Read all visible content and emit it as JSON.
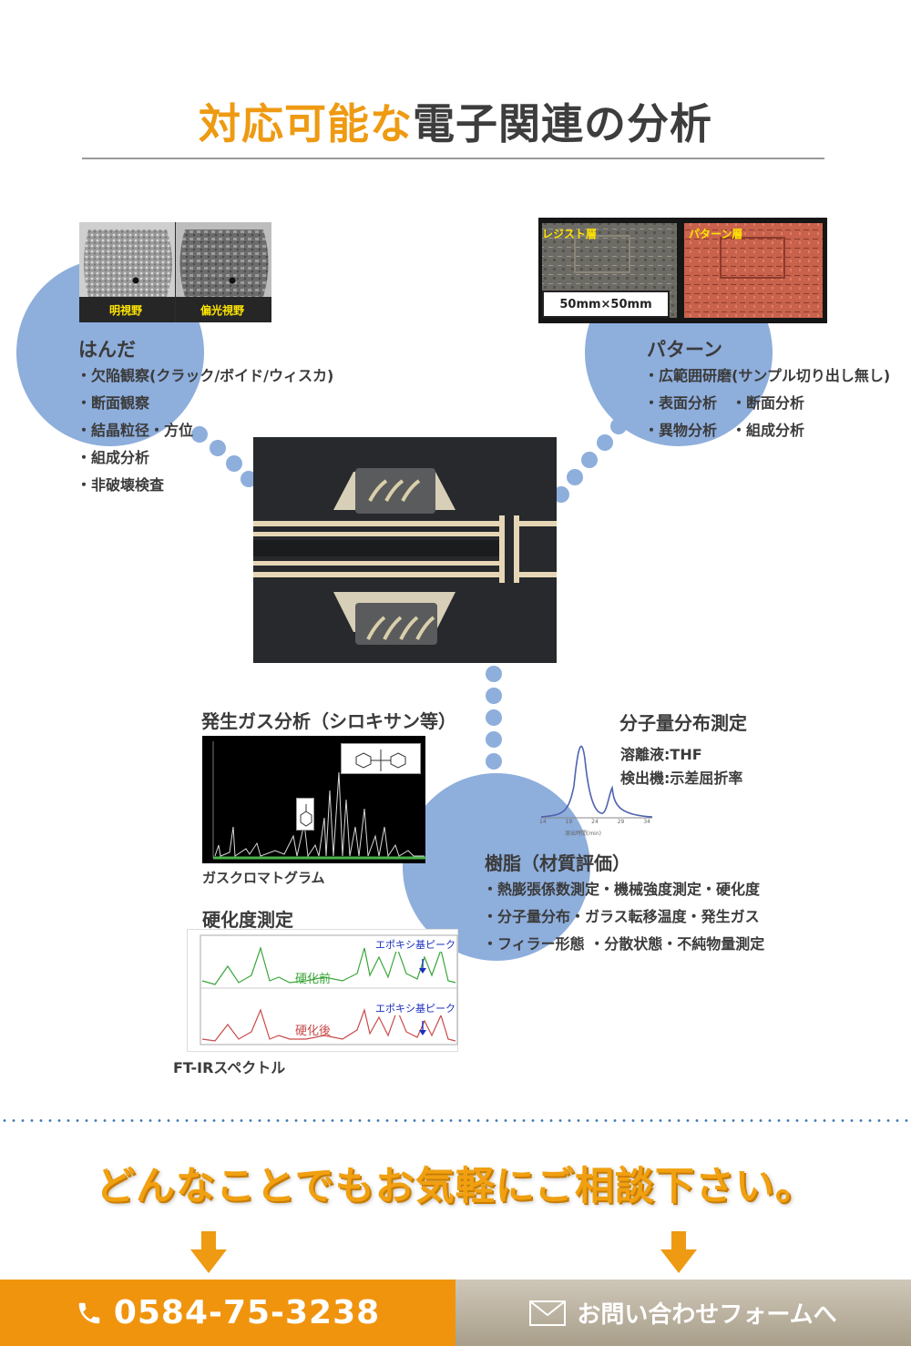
{
  "header": {
    "title_orange": "対応可能な",
    "title_gray": "電子関連の分析"
  },
  "solder": {
    "photo_label_left": "明視野",
    "photo_label_right": "偏光視野",
    "heading": "はんだ",
    "items": [
      "・欠陥観察(クラック/ボイド/ウィスカ)",
      "・断面観察",
      "・結晶粒径・方位",
      "・組成分析",
      "・非破壊検査"
    ]
  },
  "pattern": {
    "photo_label_left": "レジスト層",
    "photo_label_right": "パターン層",
    "photo_scale": "50mm×50mm",
    "heading": "パターン",
    "items": [
      "・広範囲研磨(サンプル切り出し無し)",
      "・表面分析　・断面分析",
      "・異物分析　・組成分析"
    ]
  },
  "gas": {
    "heading": "発生ガス分析（シロキサン等）",
    "caption": "ガスクロマトグラム"
  },
  "mw": {
    "heading": "分子量分布測定",
    "line1": "溶離液:THF",
    "line2": "検出機:示差屈折率",
    "axis_ticks": [
      "14",
      "19",
      "24",
      "29",
      "34"
    ],
    "axis_label": "溶出時間(min)"
  },
  "resin": {
    "heading": "樹脂（材質評価）",
    "items": [
      "・熱膨張係数測定・機械強度測定・硬化度",
      "・分子量分布・ガラス転移温度・発生ガス",
      "・フィラー形態 ・分散状態・不純物量測定"
    ]
  },
  "cure": {
    "heading": "硬化度測定",
    "peak_label_top": "エポキシ基ピーク",
    "peak_label_bottom": "エポキシ基ピーク",
    "before": "硬化前",
    "after": "硬化後",
    "caption": "FT-IRスペクトル"
  },
  "cta": {
    "text": "どんなことでもお気軽にご相談下さい。"
  },
  "contact": {
    "phone": "0584-75-3238",
    "form": "お問い合わせフォームへ"
  },
  "colors": {
    "accent": "#ee9a12",
    "bubble": "#8eaedc",
    "text": "#3b3b3b"
  }
}
